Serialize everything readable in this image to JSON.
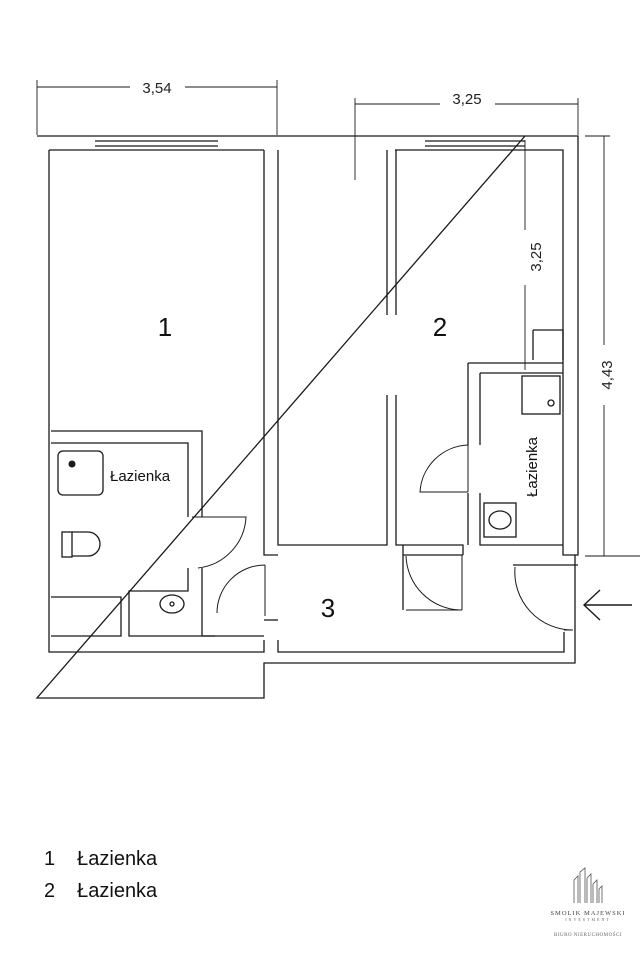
{
  "dimensions": {
    "top_left_width": "3,54",
    "top_right_width": "3,25",
    "inner_right_height": "3,25",
    "right_height": "4,43"
  },
  "rooms": [
    {
      "number": "1"
    },
    {
      "number": "2"
    },
    {
      "number": "3"
    }
  ],
  "bathroom_labels": [
    "Łazienka",
    "Łazienka"
  ],
  "legend": [
    {
      "number": "1",
      "label": "Łazienka"
    },
    {
      "number": "2",
      "label": "Łazienka"
    }
  ],
  "entrance_arrow": "arrow-left-icon",
  "logo": {
    "name": "SMOLIK MAJEWSKI",
    "subtitle": "INVESTMENT",
    "tagline": "BIURO NIERUCHOMOŚCI"
  }
}
